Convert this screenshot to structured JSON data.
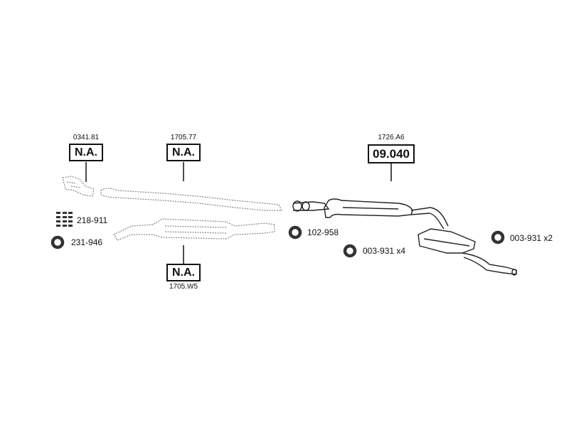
{
  "diagram": {
    "parts": [
      {
        "ref": "0341.81",
        "price": "N.A."
      },
      {
        "ref": "1705.77",
        "price": "N.A."
      },
      {
        "ref": "1726.A6",
        "price": "09.040"
      },
      {
        "ref": "1705.W5",
        "price": "N.A."
      }
    ],
    "accessories": [
      {
        "label": "218-911",
        "icon": "clamp-bolt-set-icon"
      },
      {
        "label": "231-946",
        "icon": "rubber-ring-icon"
      },
      {
        "label": "102-958",
        "icon": "rubber-ring-icon"
      },
      {
        "label": "003-931 x4",
        "icon": "rubber-ring-icon"
      },
      {
        "label": "003-931 x2",
        "icon": "rubber-ring-icon"
      }
    ]
  }
}
